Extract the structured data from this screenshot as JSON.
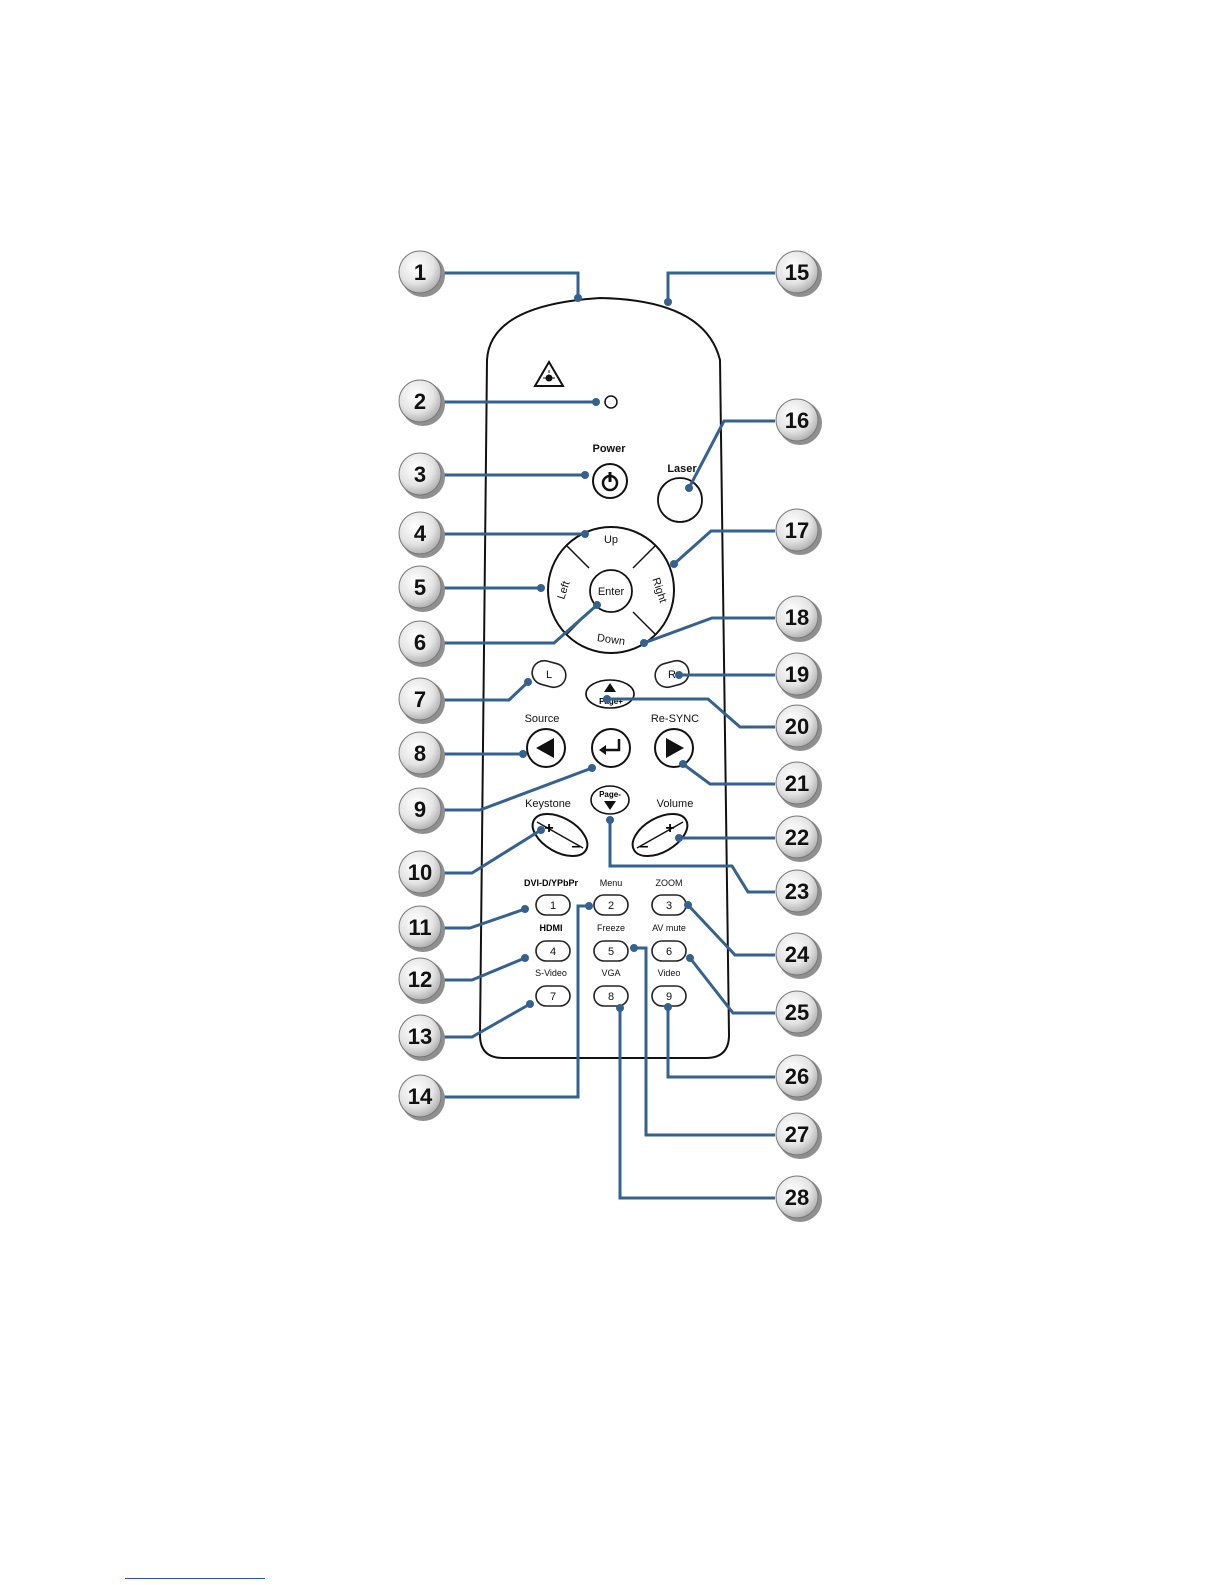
{
  "remote": {
    "labels": {
      "power": "Power",
      "laser": "Laser",
      "up": "Up",
      "left": "Left",
      "right": "Right",
      "down": "Down",
      "enter": "Enter",
      "l": "L",
      "r": "R",
      "page_up": "Page+",
      "page_down": "Page-",
      "source": "Source",
      "resync": "Re-SYNC",
      "keystone": "Keystone",
      "volume": "Volume",
      "dvi": "DVI-D/YPbPr",
      "menu": "Menu",
      "zoom": "ZOOM",
      "hdmi": "HDMI",
      "freeze": "Freeze",
      "av_mute": "AV mute",
      "svideo": "S-Video",
      "vga": "VGA",
      "video": "Video"
    },
    "keypad": [
      "1",
      "2",
      "3",
      "4",
      "5",
      "6",
      "7",
      "8",
      "9"
    ],
    "plus": "+",
    "minus": "–"
  },
  "callouts": [
    "1",
    "2",
    "3",
    "4",
    "5",
    "6",
    "7",
    "8",
    "9",
    "10",
    "11",
    "12",
    "13",
    "14",
    "15",
    "16",
    "17",
    "18",
    "19",
    "20",
    "21",
    "22",
    "23",
    "24",
    "25",
    "26",
    "27",
    "28"
  ],
  "colors": {
    "leader": "#35618f",
    "badge_fill": "#e6e6e6",
    "badge_shadow": "#8f8f8f"
  }
}
